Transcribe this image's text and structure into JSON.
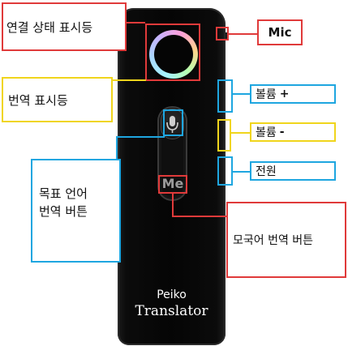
{
  "device": {
    "me_button_text": "Me",
    "brand_line1": "Peiko",
    "brand_line2": "Translator"
  },
  "labels": {
    "connection_indicator": "연결 상태 표시등",
    "mic": "Mic",
    "translation_indicator": "번역 표시등",
    "volume_up_text": "볼륨",
    "volume_up_sign": "+",
    "volume_down_text": "볼륨",
    "volume_down_sign": "-",
    "power": "전원",
    "target_lang_line1": "목표 언어",
    "target_lang_line2": "번역 버튼",
    "native_lang_button": "모국어 번역 버튼"
  },
  "colors": {
    "red": "#e03a3a",
    "yellow": "#f0d51c",
    "blue": "#1ea6e0",
    "device": "#050505"
  }
}
